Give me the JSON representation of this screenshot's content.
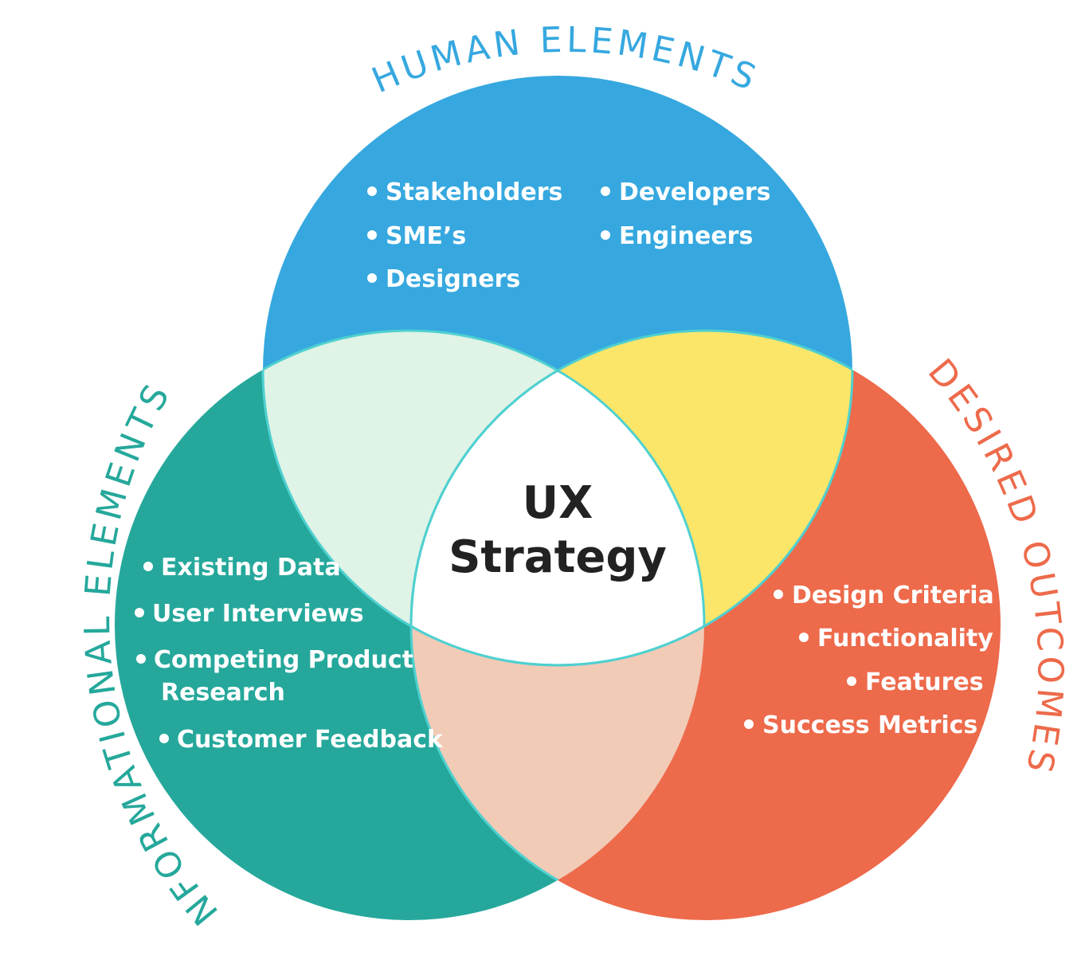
{
  "diagram": {
    "colors": {
      "human": "#36a8df",
      "informational": "#25a89b",
      "outcomes": "#ed6a4b",
      "human_informational": "#dff3e6",
      "human_outcomes": "#fbe66a",
      "informational_outcomes": "#f1cbb6",
      "center": "#ffffff",
      "outline": "#4fd0d0",
      "center_text": "#222222"
    },
    "center": {
      "line1": "UX",
      "line2": "Strategy"
    },
    "human_elements": {
      "title": "HUMAN ELEMENTS",
      "items_left": [
        "Stakeholders",
        "SME’s",
        "Designers"
      ],
      "items_right": [
        "Developers",
        "Engineers"
      ]
    },
    "informational_elements": {
      "title": "INFORMATIONAL ELEMENTS",
      "items": [
        "Existing Data",
        "User Interviews",
        "Competing Product",
        "Research",
        "Customer Feedback"
      ]
    },
    "desired_outcomes": {
      "title": "DESIRED OUTCOMES",
      "items": [
        "Design Criteria",
        "Functionality",
        "Features",
        "Success Metrics"
      ]
    }
  }
}
